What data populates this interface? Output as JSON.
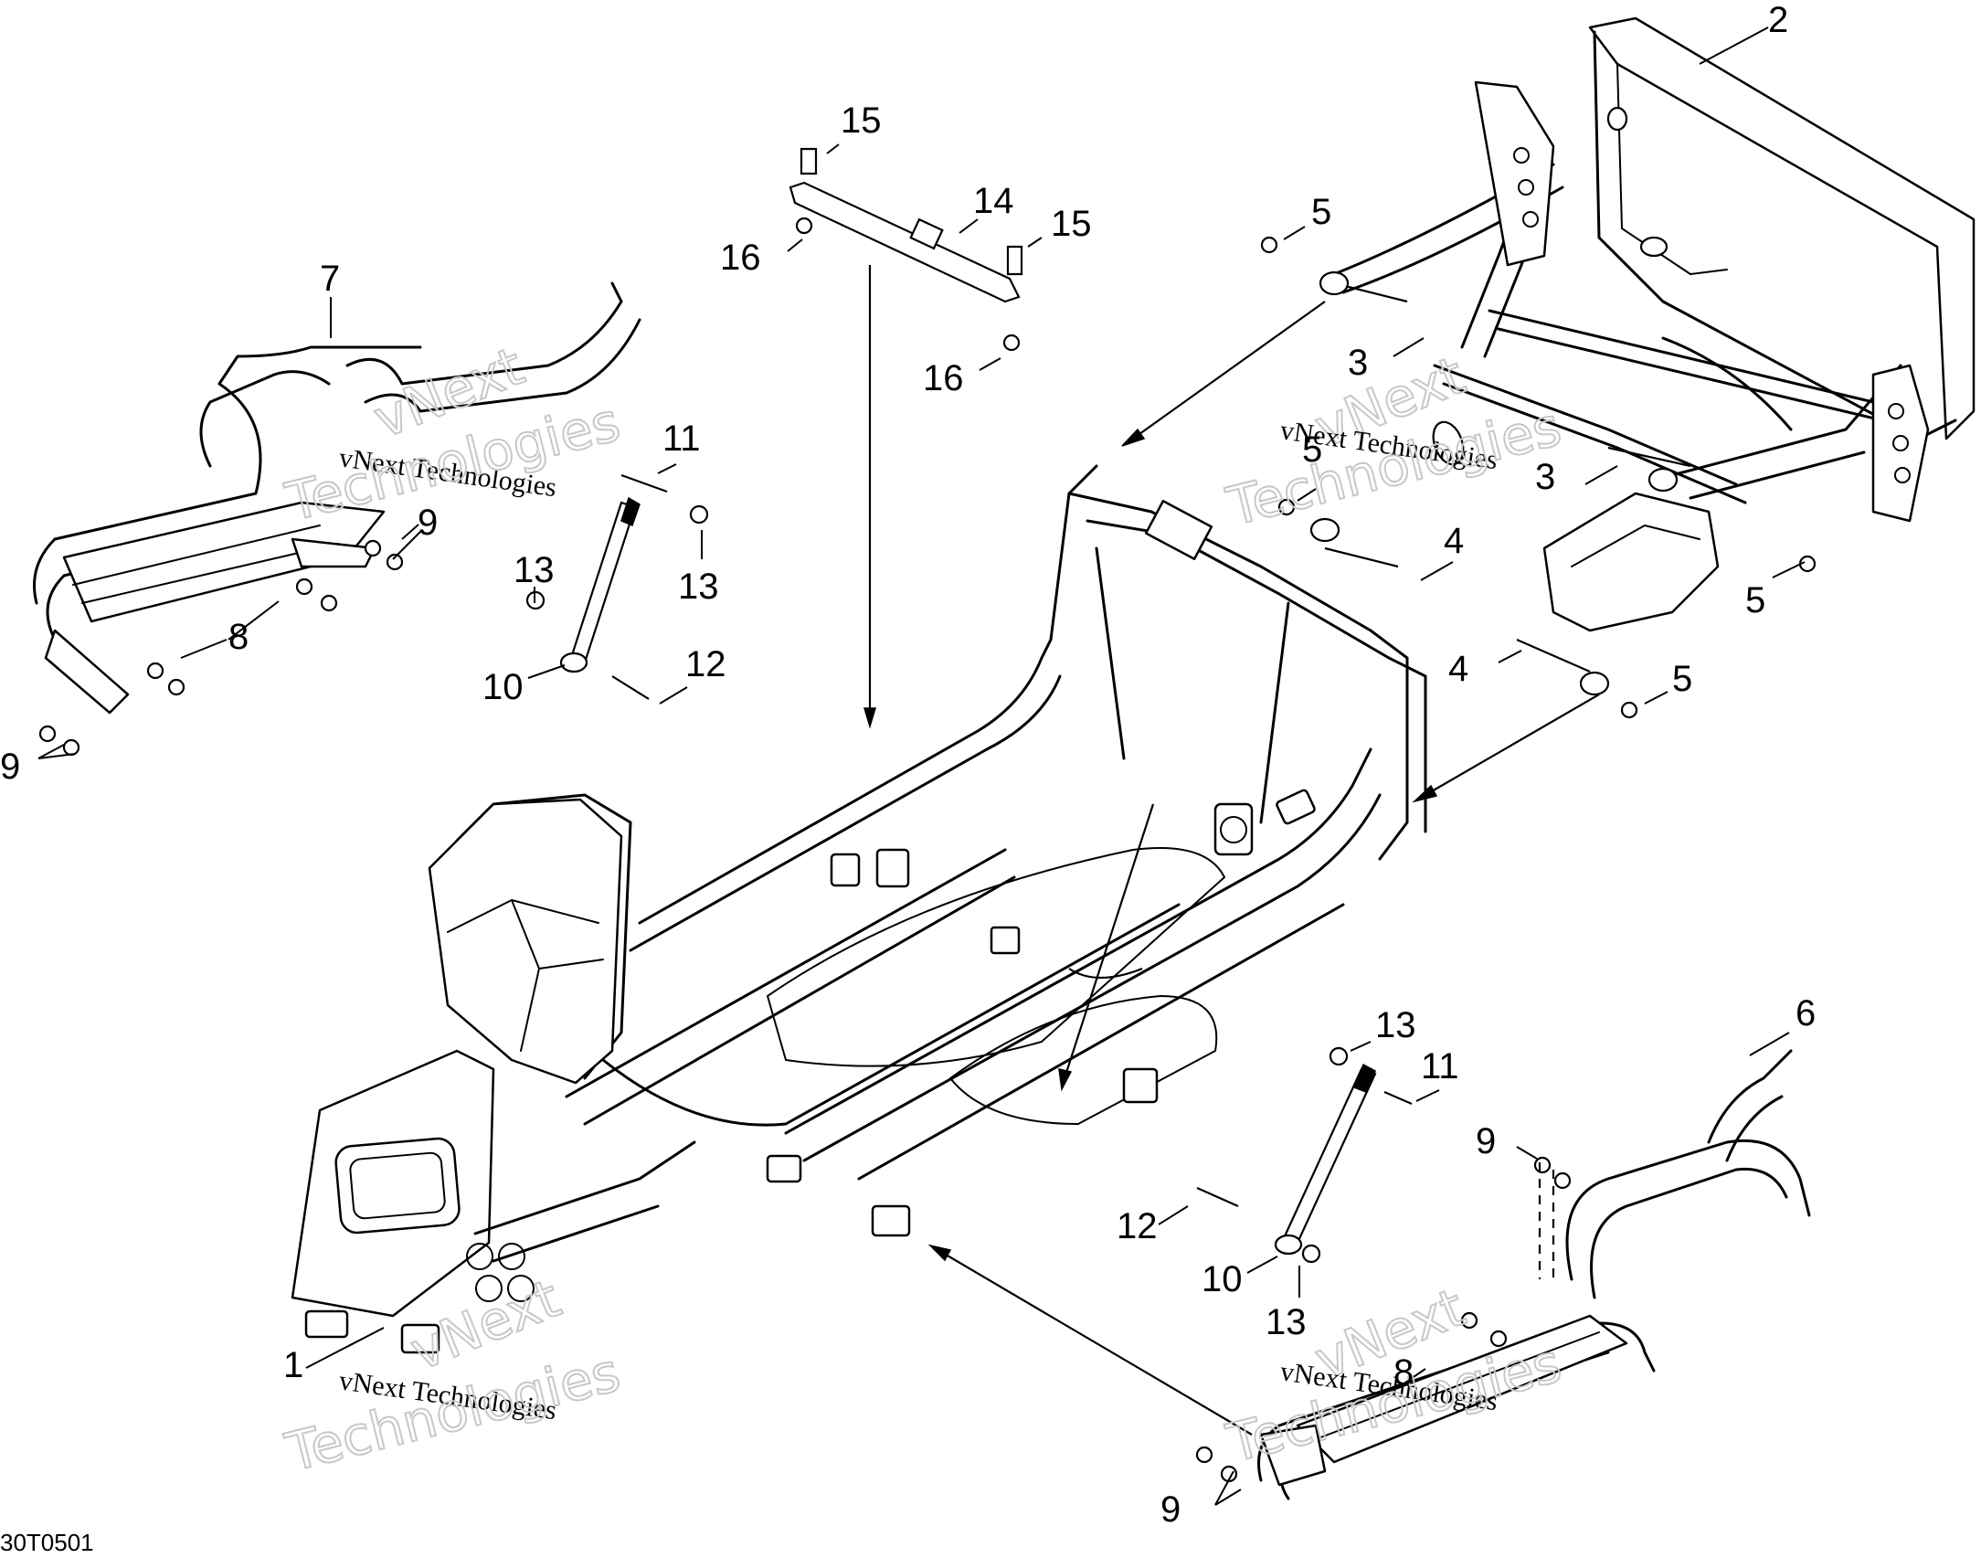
{
  "figure_code": "30T0501",
  "watermark": {
    "line1": "vNext Technologies",
    "line2": "vNext",
    "line3": "Technologies"
  },
  "callouts": [
    {
      "id": "c1",
      "label": "1"
    },
    {
      "id": "c2",
      "label": "2"
    },
    {
      "id": "c3a",
      "label": "3"
    },
    {
      "id": "c3b",
      "label": "3"
    },
    {
      "id": "c4a",
      "label": "4"
    },
    {
      "id": "c4b",
      "label": "4"
    },
    {
      "id": "c5a",
      "label": "5"
    },
    {
      "id": "c5b",
      "label": "5"
    },
    {
      "id": "c5c",
      "label": "5"
    },
    {
      "id": "c5d",
      "label": "5"
    },
    {
      "id": "c6",
      "label": "6"
    },
    {
      "id": "c7",
      "label": "7"
    },
    {
      "id": "c8a",
      "label": "8"
    },
    {
      "id": "c8b",
      "label": "8"
    },
    {
      "id": "c9a",
      "label": "9"
    },
    {
      "id": "c9b",
      "label": "9"
    },
    {
      "id": "c9c",
      "label": "9"
    },
    {
      "id": "c9d",
      "label": "9"
    },
    {
      "id": "c10a",
      "label": "10"
    },
    {
      "id": "c10b",
      "label": "10"
    },
    {
      "id": "c11a",
      "label": "11"
    },
    {
      "id": "c11b",
      "label": "11"
    },
    {
      "id": "c12a",
      "label": "12"
    },
    {
      "id": "c12b",
      "label": "12"
    },
    {
      "id": "c13a",
      "label": "13"
    },
    {
      "id": "c13b",
      "label": "13"
    },
    {
      "id": "c13c",
      "label": "13"
    },
    {
      "id": "c13d",
      "label": "13"
    },
    {
      "id": "c14",
      "label": "14"
    },
    {
      "id": "c15a",
      "label": "15"
    },
    {
      "id": "c15b",
      "label": "15"
    },
    {
      "id": "c16a",
      "label": "16"
    },
    {
      "id": "c16b",
      "label": "16"
    }
  ]
}
